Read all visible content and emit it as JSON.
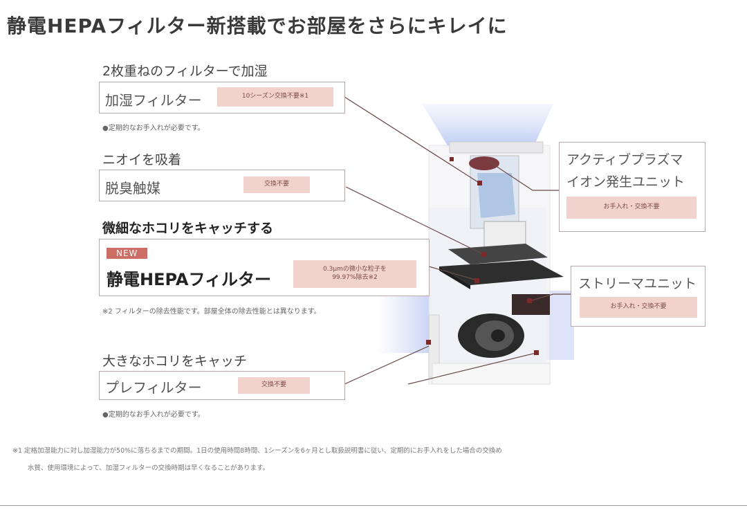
{
  "title": "静電HEPAフィルター新搭載でお部屋をさらにキレイに",
  "humid": {
    "heading": "2枚重ねのフィルターで加湿",
    "name": "加湿フィルター",
    "tag": "10シーズン交換不要※1",
    "note": "●定期的なお手入れが必要です。"
  },
  "deodor": {
    "heading": "ニオイを吸着",
    "name": "脱臭触媒",
    "tag": "交換不要"
  },
  "hepa": {
    "heading": "微細なホコリをキャッチする",
    "badge": "NEW",
    "name": "静電HEPAフィルター",
    "tag_line1": "0.3μmの微小な粒子を",
    "tag_line2": "99.97%除去※2",
    "note": "※2 フィルターの除去性能です。部屋全体の除去性能とは異なります。"
  },
  "prefilter": {
    "heading": "大きなホコリをキャッチ",
    "name": "プレフィルター",
    "tag": "交換不要",
    "note": "●定期的なお手入れが必要です。"
  },
  "plasma": {
    "name_line1": "アクティブプラズマ",
    "name_line2": "イオン発生ユニット",
    "tag": "お手入れ・交換不要"
  },
  "streamer": {
    "name": "ストリーマユニット",
    "tag": "お手入れ・交換不要"
  },
  "footnote_line1": "※1 定格加湿能力に対し加湿能力が50%に落ちるまでの期間。1日の使用時間8時間、1シーズンを6ヶ月とし取扱説明書に従い、定期的にお手入れをした場合の交換め",
  "footnote_line2": "水質、使用環境によって、加湿フィルターの交換時期は早くなることがあります。",
  "colors": {
    "accent": "#cc6e66",
    "tag_bg": "#f2d2cc",
    "box_border": "#b8a8a6"
  }
}
